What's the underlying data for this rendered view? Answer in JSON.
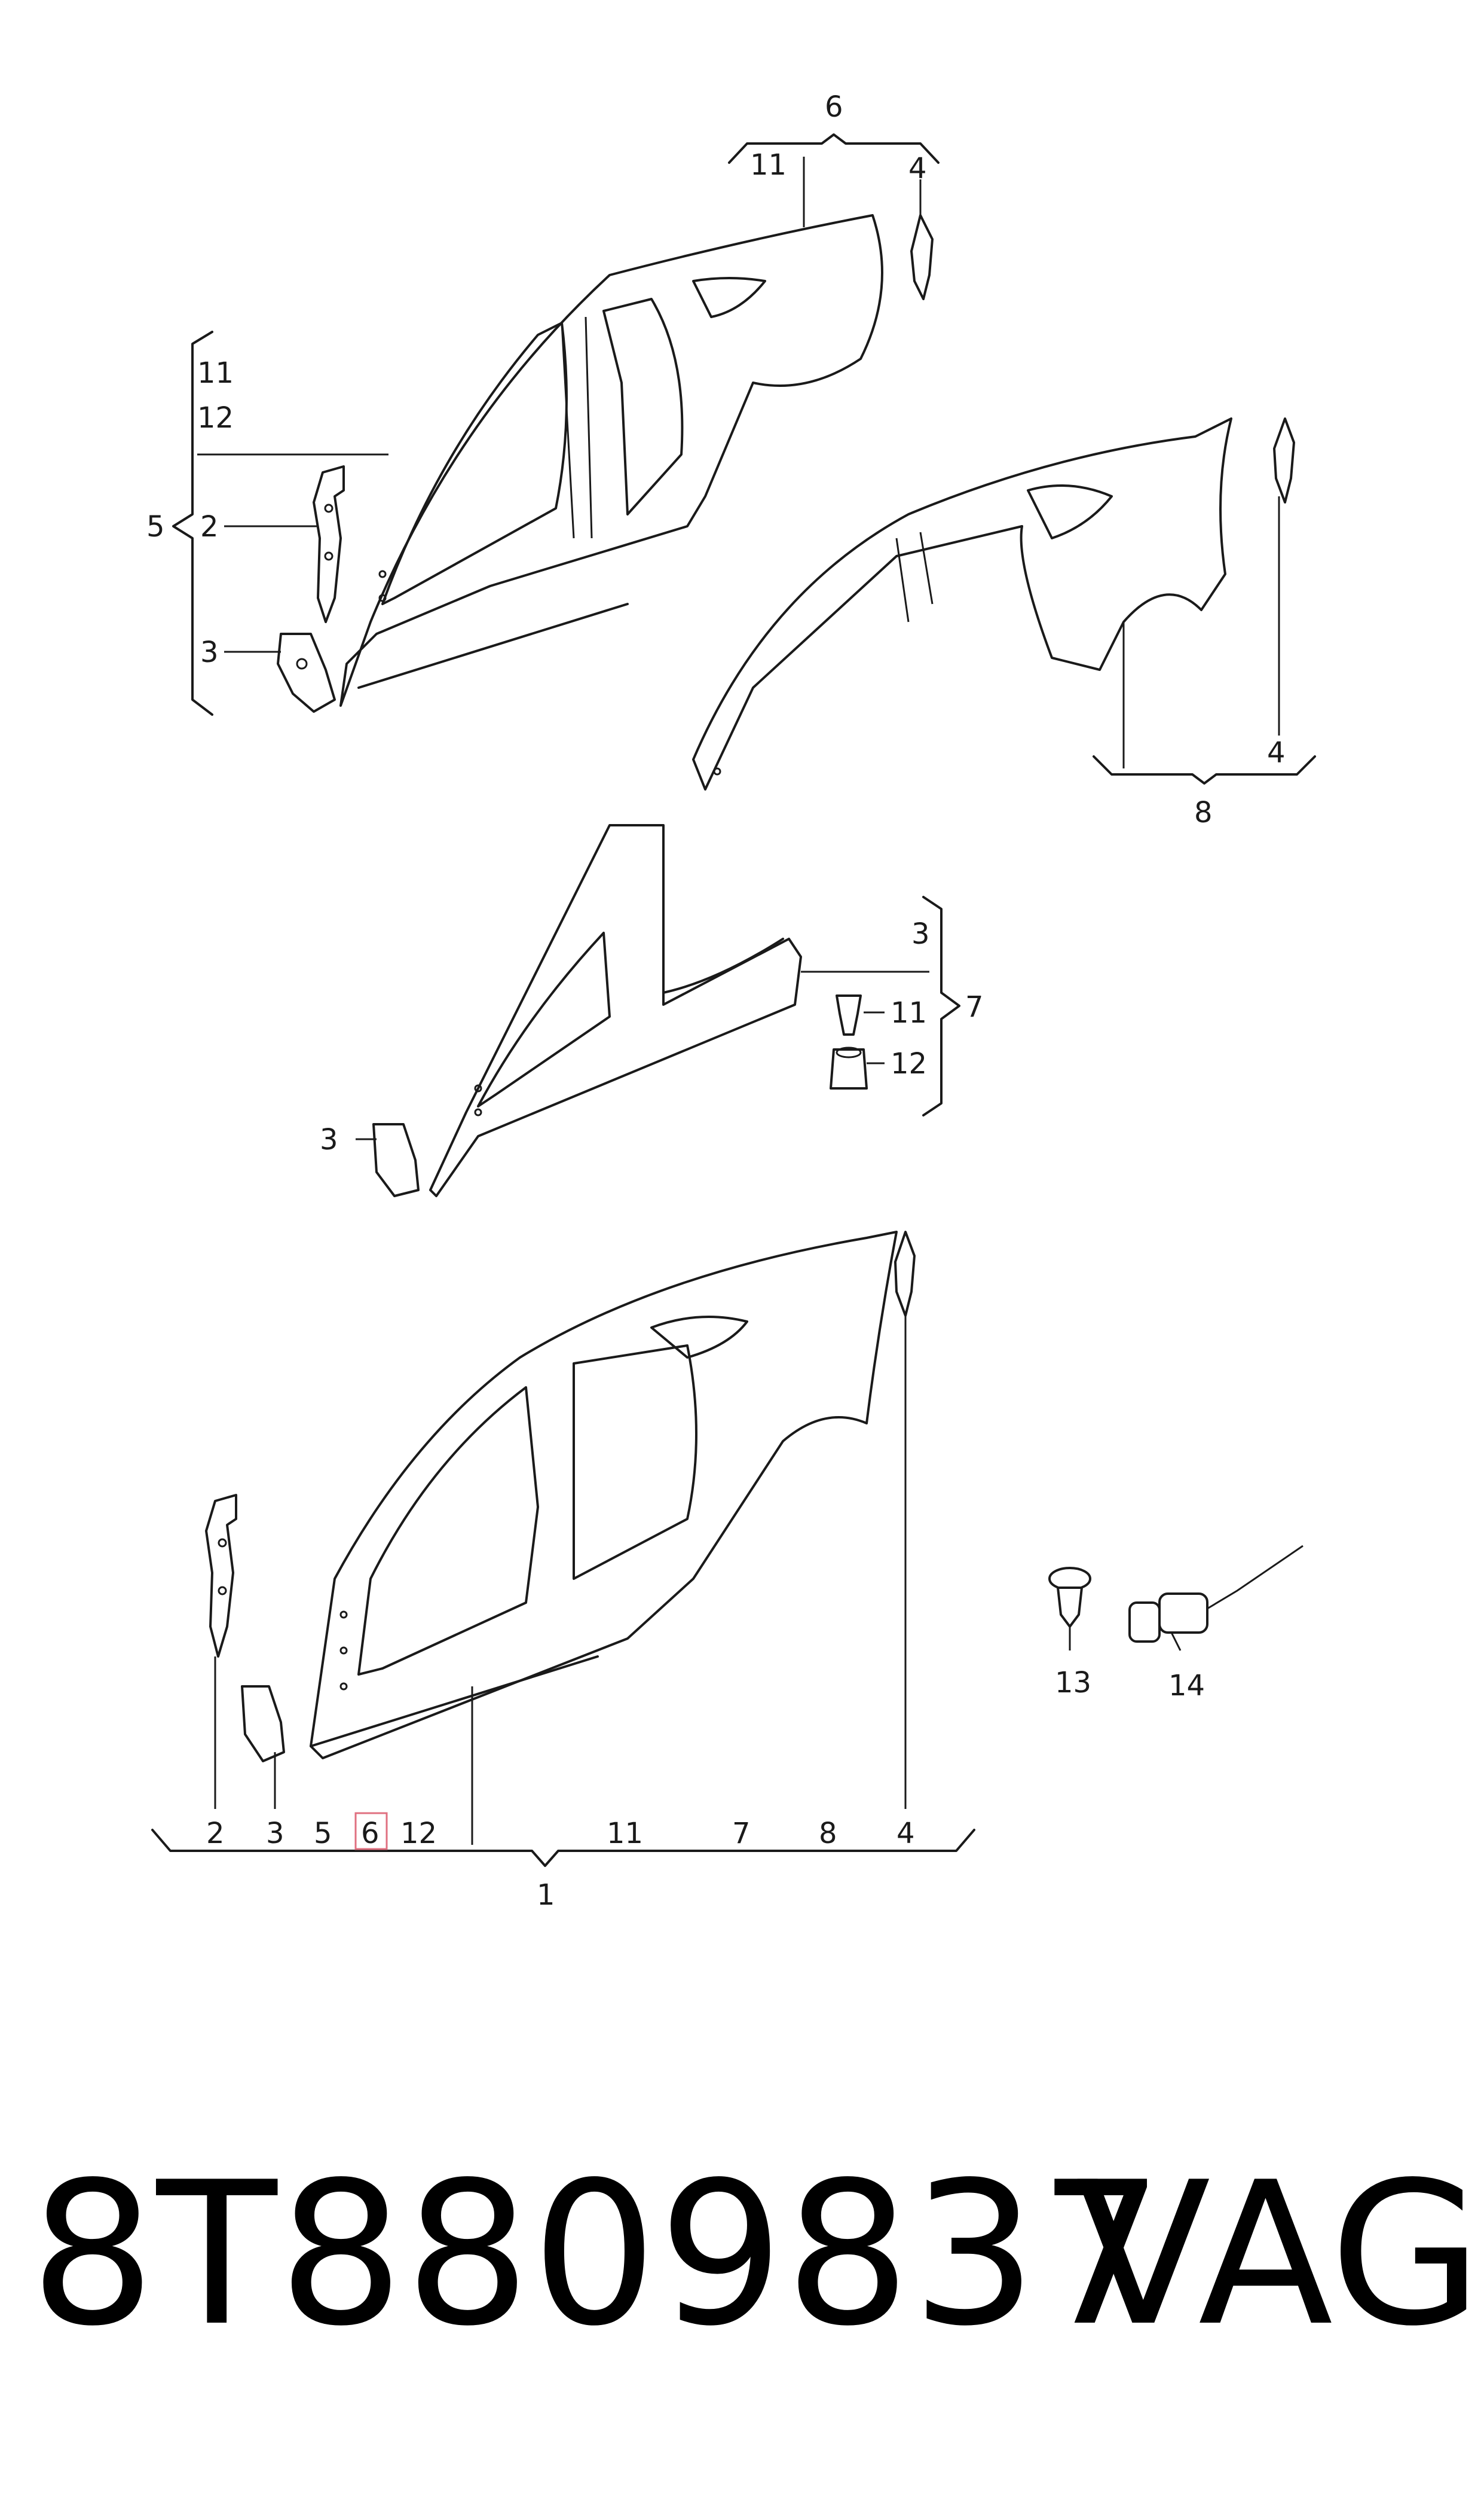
{
  "callouts": {
    "group6": {
      "head": "6",
      "items": [
        "11",
        "4"
      ]
    },
    "group5": {
      "head": "5",
      "items": [
        "11",
        "12",
        "2",
        "3"
      ]
    },
    "group8": {
      "head": "8",
      "item4": "4"
    },
    "group7": {
      "head": "7",
      "items": [
        "3",
        "11",
        "12"
      ]
    },
    "group7_left3": "3",
    "group1": {
      "head": "1",
      "items": [
        "2",
        "3",
        "5",
        "6",
        "12",
        "11",
        "7",
        "8",
        "4"
      ],
      "highlighted_index": 3,
      "highlight_color": "#e07080"
    },
    "part13": "13",
    "part14": "14"
  },
  "footer": {
    "part_number": "8T8809837",
    "brand": "VAG"
  }
}
